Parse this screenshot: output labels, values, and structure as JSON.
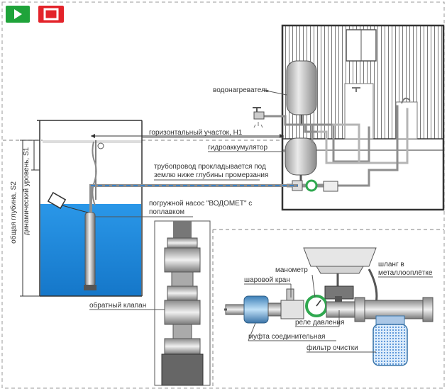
{
  "controls": {
    "play_color": "#1fa33a",
    "stop_color": "#e3232a"
  },
  "labels": {
    "water_heater": "водонагреватель",
    "horizontal_section": "горизонтальный участок, H1",
    "hydro_accumulator": "гидроаккумулятор",
    "pipeline_1": "трубопровод прокладывается под",
    "pipeline_2": "землю ниже глубины промерзания",
    "pump_1": "погружной насос \"ВОДОМЕТ\" с",
    "pump_2": "поплавком",
    "check_valve": "обратный клапан",
    "total_depth": "общая глубина, S2",
    "dynamic_level": "динамический уровень, S1",
    "manometer": "манометр",
    "hose_1": "шланг в",
    "hose_2": "металлооплётке",
    "ball_valve": "шаровой кран",
    "pressure_relay": "реле давления",
    "coupling": "муфта соединительная",
    "filter": "фильтр очистки"
  },
  "colors": {
    "water": "#1f8fe0",
    "pipe_grey": "#8e8e8e",
    "pipe_blue": "#3c83c7",
    "dashed_border": "#999999",
    "gauge_green": "#2fa84f"
  }
}
